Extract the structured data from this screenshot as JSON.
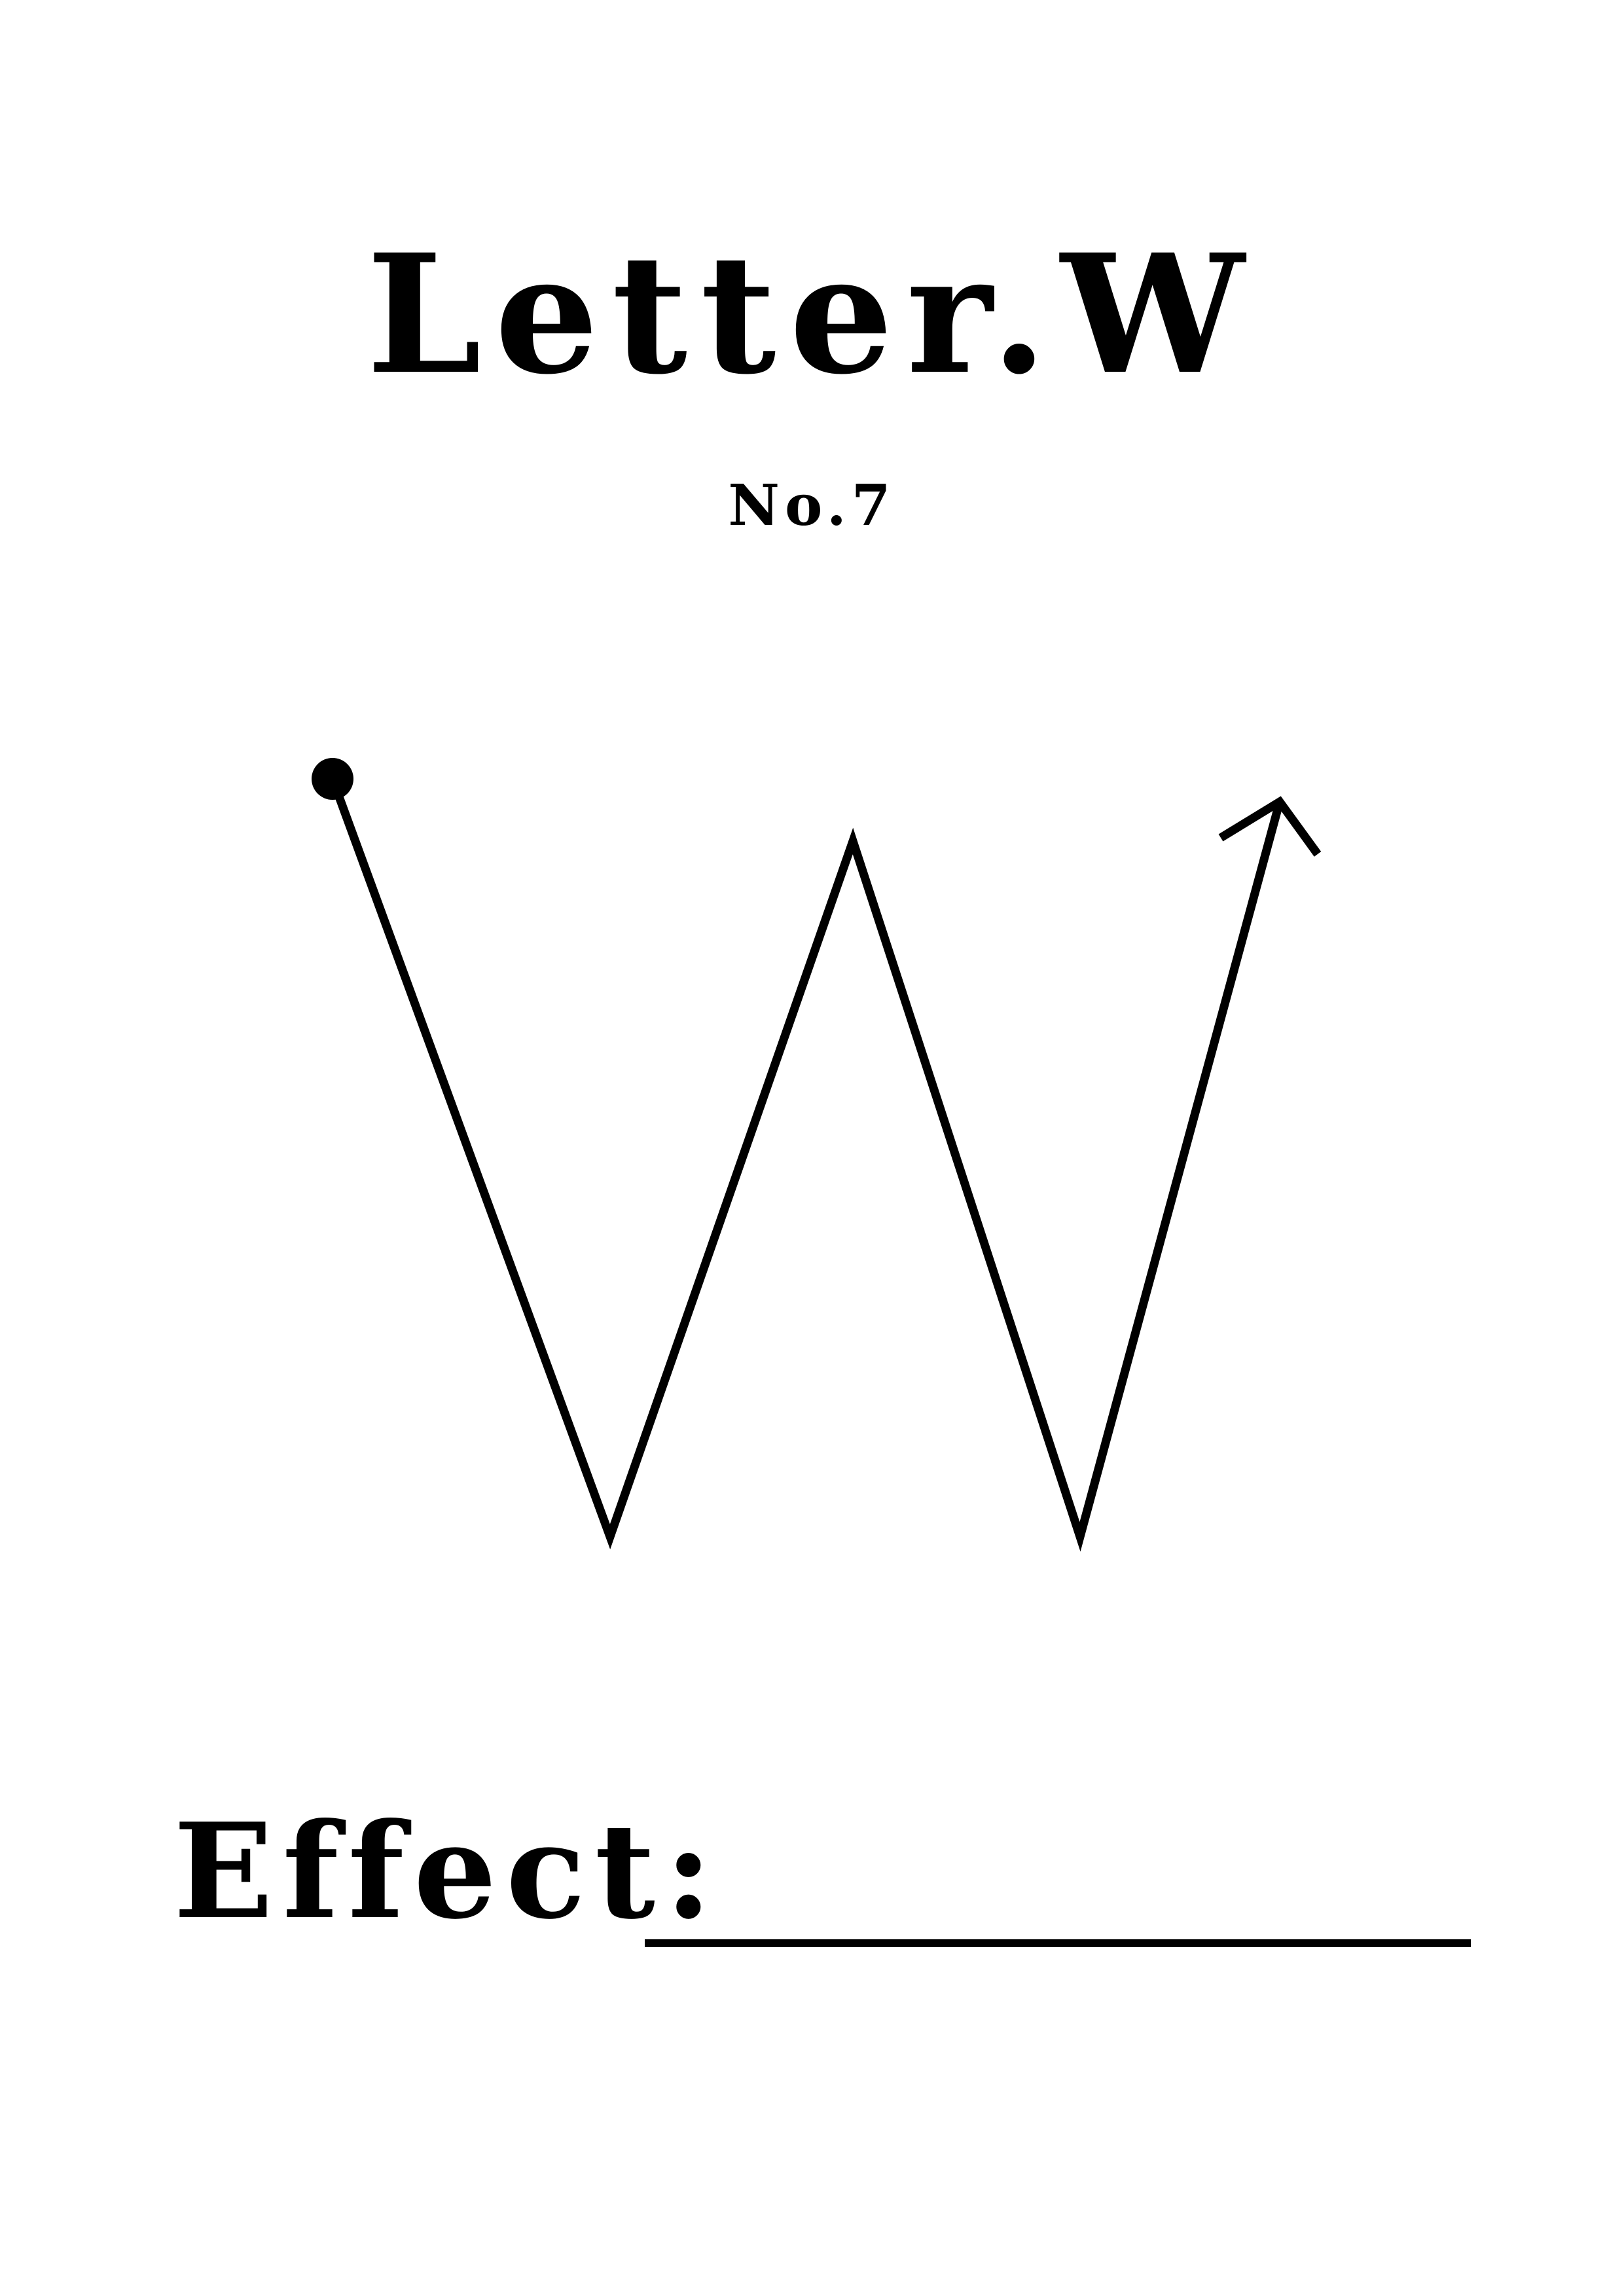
{
  "page": {
    "title": "Letter.W",
    "number": "No.7"
  },
  "effect": {
    "label": "Effect:",
    "blank": ""
  },
  "stroke_guide": {
    "letter": "W",
    "start_marker": "dot",
    "end_marker": "arrow",
    "color": "#000000"
  }
}
